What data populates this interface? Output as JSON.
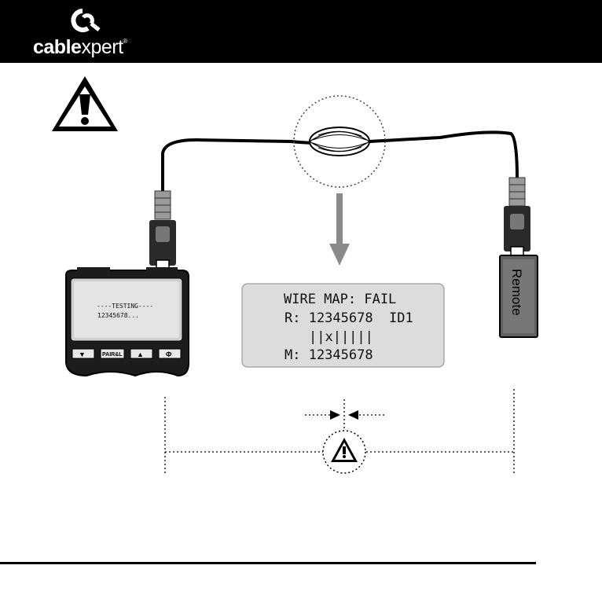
{
  "header": {
    "brand_bold": "cable",
    "brand_light": "xpert",
    "trademark": "®",
    "background": "#000000",
    "logo_icon": "cablexpert-logo-icon"
  },
  "tester": {
    "screen_line1": "----TESTING----",
    "screen_line2": "12345678...",
    "buttons": [
      {
        "name": "down-button",
        "label": "▼"
      },
      {
        "name": "pair-button",
        "label": "PAIR&L"
      },
      {
        "name": "up-button",
        "label": "▲"
      },
      {
        "name": "power-button",
        "label": "Φ"
      }
    ]
  },
  "display": {
    "line1": "WIRE MAP: FAIL",
    "line2": "R: 12345678  ID1",
    "line3": "||x|||||",
    "line4": "M: 12345678",
    "background": "#dcdcdc"
  },
  "remote": {
    "label": "Remote"
  },
  "icons": {
    "warning": "warning-triangle-icon",
    "small_warning": "warning-circle-icon"
  }
}
